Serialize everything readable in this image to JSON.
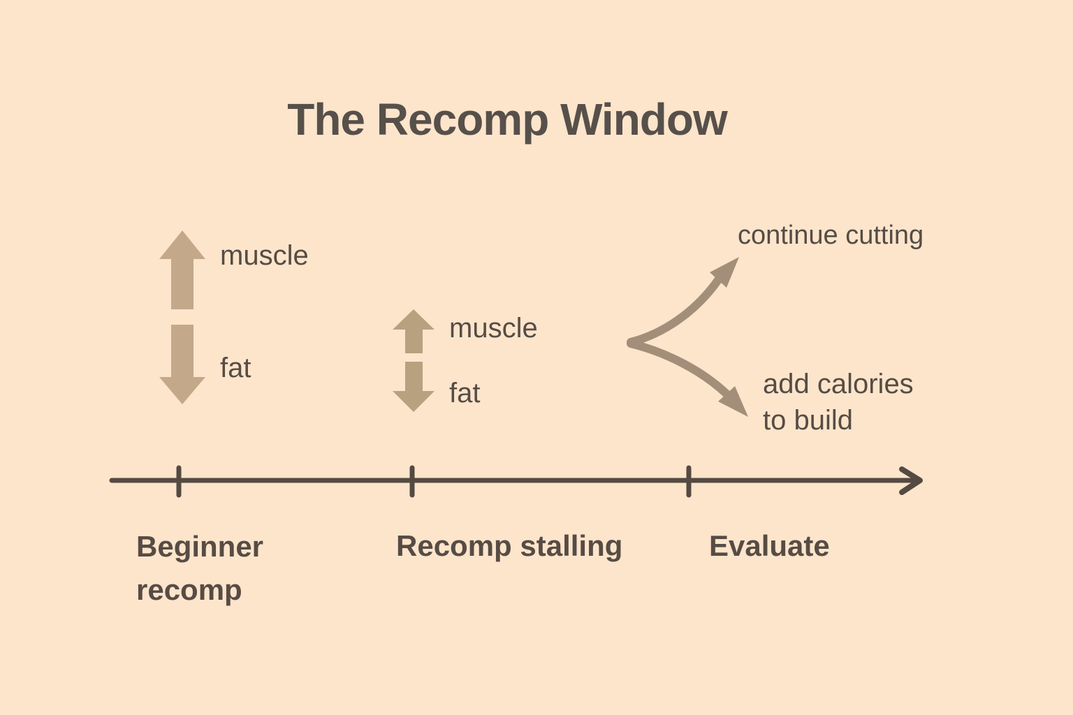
{
  "title": "The Recomp Window",
  "colors": {
    "background": "#fde5cc",
    "text_dark": "#564c44",
    "title_color": "#57504a",
    "axis": "#544a42",
    "arrow_left": "#c3a88a",
    "arrow_middle": "#b7a17f",
    "arrow_branch": "#a38e79"
  },
  "annotations": {
    "beginner": {
      "up": "muscle",
      "down": "fat"
    },
    "stalling": {
      "up": "muscle",
      "down": "fat"
    },
    "evaluate": {
      "up": "continue cutting",
      "down_line1": "add calories",
      "down_line2": "to build"
    }
  },
  "timeline": {
    "stages": [
      {
        "line1": "Beginner",
        "line2": "recomp"
      },
      {
        "line1": "Recomp stalling"
      },
      {
        "line1": "Evaluate"
      }
    ]
  }
}
